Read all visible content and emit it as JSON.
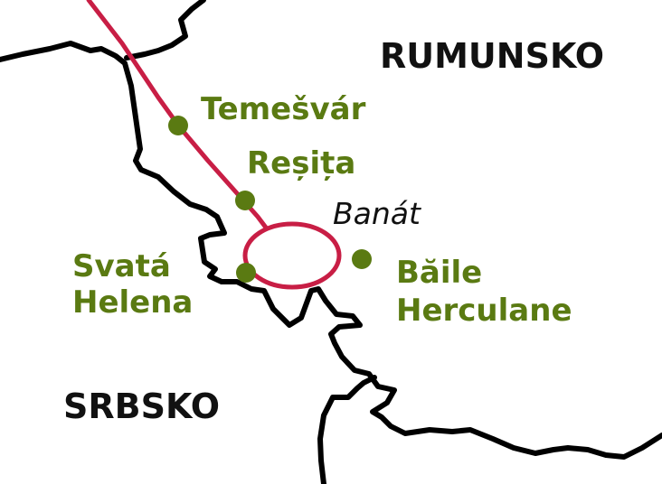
{
  "colors": {
    "border": "#000000",
    "route": "#c81e45",
    "city": "#5a7a12",
    "text": "#111111"
  },
  "countries": {
    "romania": "RUMUNSKO",
    "serbia": "SRBSKO"
  },
  "region": "Banát",
  "cities": {
    "timisoara": "Temešvár",
    "resita": "Reșița",
    "svata_helena_line1": "Svatá",
    "svata_helena_line2": "Helena",
    "baile_line1": "Băile",
    "baile_line2": "Herculane"
  },
  "icons": {
    "city_marker": "circle-marker-icon",
    "route": "route-line"
  }
}
